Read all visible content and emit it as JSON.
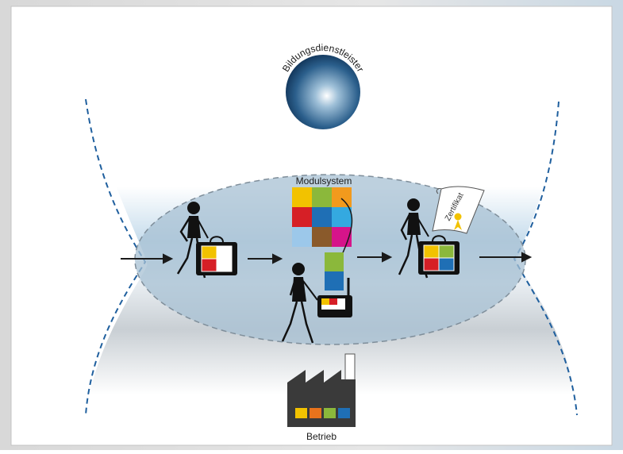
{
  "diagram": {
    "top_sphere_label": "Bildungsdienstleister",
    "module_system_label": "Modulsystem",
    "certificate_label": "Zertifikat",
    "factory_label": "Betrieb"
  },
  "colors": {
    "dash_blue": "#1f5f9e",
    "lens_fill": "#a7c0d3",
    "arrow": "#1a1a1a",
    "grid": [
      "#f2c200",
      "#8bb83b",
      "#f29a1d",
      "#d61f26",
      "#1f6fb5",
      "#34a9e0",
      "#9cc8ea",
      "#8a5a2b",
      "#d6148a"
    ],
    "factory_modules": [
      "#f2c200",
      "#e8731c",
      "#8bb83b",
      "#1f6fb5"
    ]
  }
}
